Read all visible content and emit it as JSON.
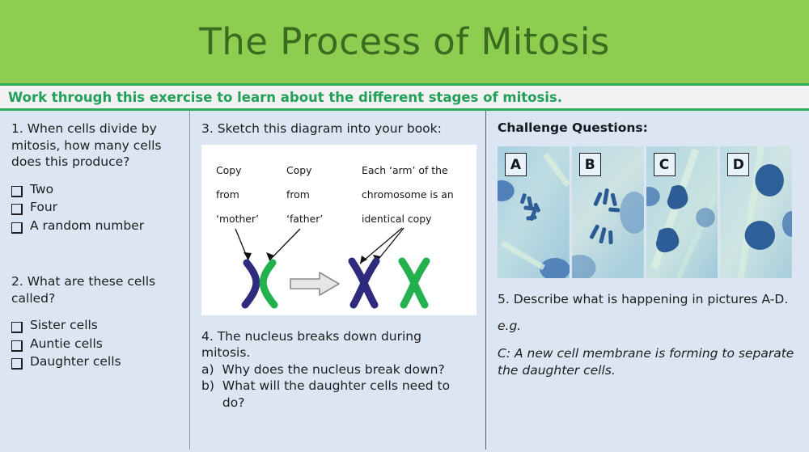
{
  "header": {
    "title": "The Process of Mitosis",
    "subtitle": "Work through this exercise to learn about the different stages of mitosis.",
    "band_color": "#8dce51",
    "title_color": "#3a6b1f",
    "subtitle_color": "#22a05a"
  },
  "page": {
    "background_color": "#dce6f2"
  },
  "left_column": {
    "question1": {
      "text": "1. When cells divide by mitosis, how many cells does this produce?",
      "options": [
        "Two",
        "Four",
        "A random number"
      ]
    },
    "question2": {
      "text": "2. What are these cells called?",
      "options": [
        "Sister cells",
        "Auntie cells",
        "Daughter cells"
      ]
    }
  },
  "middle_column": {
    "question3": {
      "text": "3. Sketch this diagram into your book:"
    },
    "diagram": {
      "label_mother": [
        "Copy",
        "from",
        "‘mother’"
      ],
      "label_father": [
        "Copy",
        "from",
        "‘father’"
      ],
      "label_arm": [
        "Each ‘arm’ of the",
        "chromosome is an",
        "identical copy"
      ],
      "chromosome_navy_color": "#2e2b7f",
      "chromosome_green_color": "#22b14c",
      "arrow_fill": "#e6e6e6",
      "arrow_stroke": "#7f7f7f"
    },
    "question4": {
      "text": "4. The nucleus breaks down during mitosis.",
      "parts": [
        {
          "marker": "a)",
          "text": "Why does the nucleus break down?"
        },
        {
          "marker": "b)",
          "text": "What will the daughter cells need to do?"
        }
      ]
    }
  },
  "right_column": {
    "challenge_heading": "Challenge Questions:",
    "micrographs": [
      {
        "label": "A"
      },
      {
        "label": "B"
      },
      {
        "label": "C"
      },
      {
        "label": "D"
      }
    ],
    "question5": {
      "text": "5. Describe what is happening in pictures A-D.",
      "eg_label": "e.g.",
      "example_answer": "C: A new cell membrane is forming to separate the daughter cells."
    }
  }
}
